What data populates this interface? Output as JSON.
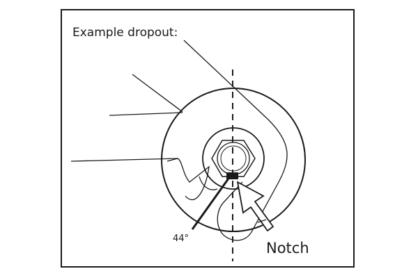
{
  "title": "Example dropout:",
  "angle_label": "44°",
  "notch_label": "Notch",
  "colors": {
    "stroke": "#1a1a1a",
    "background": "#ffffff"
  }
}
